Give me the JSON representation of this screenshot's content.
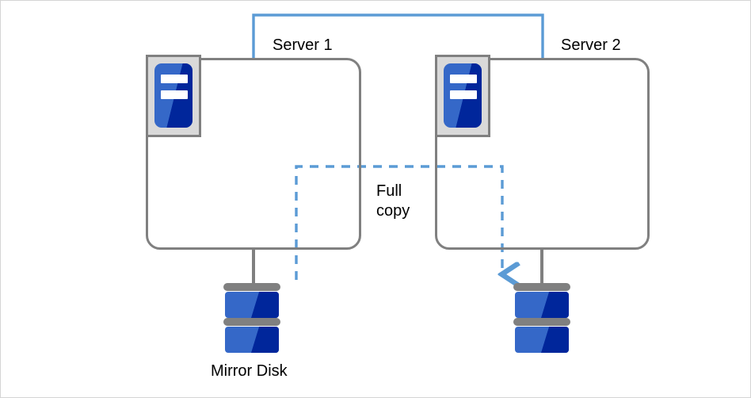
{
  "diagram": {
    "title_alt": "Mirror disk full copy between two servers",
    "colors": {
      "link_blue": "#5b9bd5",
      "box_gray": "#808080",
      "icon_blue": "#3568c8",
      "icon_blue_dark": "#00269b",
      "icon_panel_gray": "#d9d9d9",
      "canvas_border": "#d4d4d4",
      "text": "#000000"
    },
    "nodes": [
      {
        "id": "server1",
        "label": "Server 1",
        "icon": "server-icon"
      },
      {
        "id": "server2",
        "label": "Server 2",
        "icon": "server-icon"
      }
    ],
    "disks": [
      {
        "id": "disk1",
        "label": "Mirror Disk",
        "icon": "disk-icon"
      },
      {
        "id": "disk2",
        "label": "",
        "icon": "disk-icon"
      }
    ],
    "connections": [
      {
        "id": "interconnect",
        "style": "solid",
        "color": "#5b9bd5",
        "label": "",
        "from": "server1",
        "to": "server2"
      },
      {
        "id": "full-copy-flow",
        "style": "dashed",
        "color": "#5b9bd5",
        "arrow": "down",
        "label": "Full\ncopy",
        "from": "disk1",
        "to": "disk2"
      }
    ],
    "labels": {
      "server1": "Server 1",
      "server2": "Server 2",
      "mirror_disk": "Mirror Disk",
      "full_copy": "Full\ncopy"
    }
  }
}
